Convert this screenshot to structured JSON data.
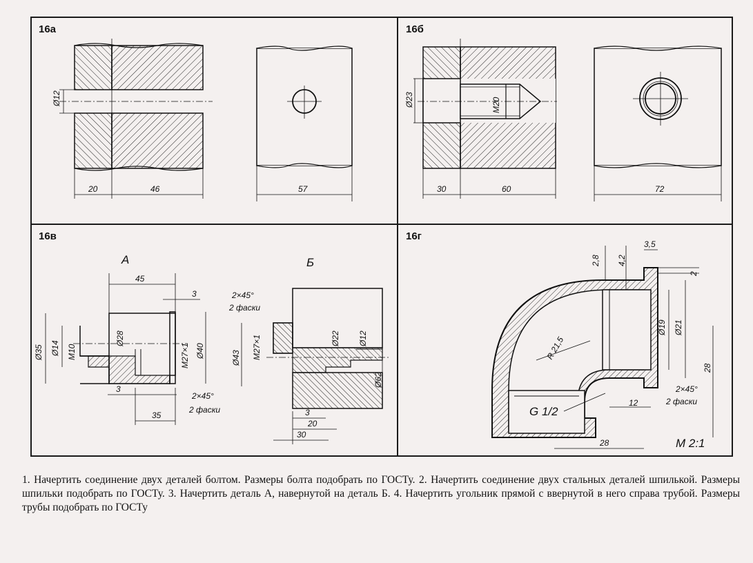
{
  "panels": {
    "a": {
      "tag": "16а",
      "dims": {
        "d12": "Ø12",
        "l20": "20",
        "l46": "46",
        "l57": "57"
      }
    },
    "b": {
      "tag": "16б",
      "dims": {
        "d23": "Ø23",
        "m20": "M20",
        "l30": "30",
        "l60": "60",
        "l72": "72"
      }
    },
    "c": {
      "tag": "16в",
      "label_a": "A",
      "label_b": "Б",
      "dims": {
        "l45": "45",
        "l3": "3",
        "d35": "Ø35",
        "d14": "Ø14",
        "m10": "M10",
        "d28": "Ø28",
        "m27": "M27×1",
        "d40": "Ø40",
        "l3b": "3",
        "chamfer": "2×45°",
        "chamfer_note": "2 фаски",
        "l35": "35",
        "b_chamfer": "2×45°",
        "b_chamfer_note": "2 фаски",
        "b_d43": "Ø43",
        "b_m27": "M27×1",
        "b_d22": "Ø22",
        "b_d12": "Ø12",
        "b_d62": "Ø62",
        "b_l3": "3",
        "b_l20": "20",
        "b_l30": "30"
      }
    },
    "d": {
      "tag": "16г",
      "dims": {
        "l28v": "2,8",
        "l42": "4,2",
        "l35": "3,5",
        "l2": "2",
        "d19": "Ø19",
        "d21": "Ø21",
        "r215": "R 21,5",
        "l28": "28",
        "g12": "G 1/2",
        "chamfer": "2×45°",
        "chamfer_note": "2 фаски",
        "l12": "12",
        "l28b": "28",
        "scale": "M 2:1"
      }
    }
  },
  "caption": "1. Начертить соединение двух деталей болтом. Размеры болта подобрать по ГОСТу. 2. Начертить соединение двух стальных деталей шпилькой. Размеры шпильки подобрать по ГОСТу. 3. Начертить деталь А, навернутой на деталь Б. 4. Начертить угольник прямой с ввернутой в него справа трубой. Размеры трубы подобрать по ГОСТу"
}
